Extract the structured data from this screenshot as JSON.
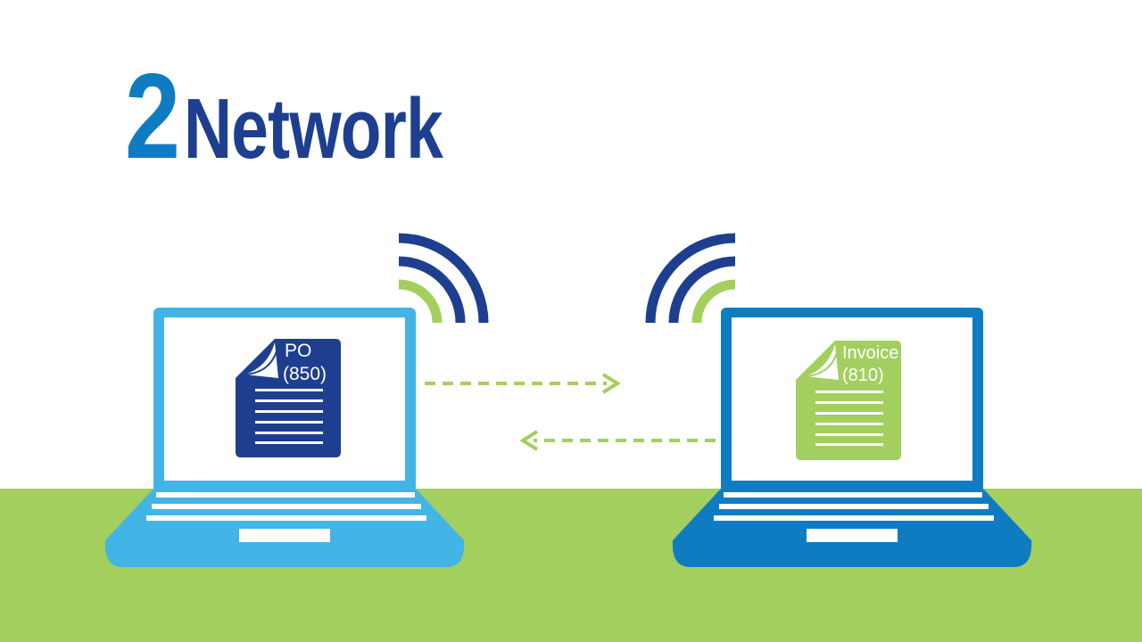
{
  "heading": {
    "step_number": "2",
    "title": "Network"
  },
  "sender": {
    "document": {
      "line1": "PO",
      "line2": "(850)"
    }
  },
  "receiver": {
    "document": {
      "line1": "Invoice",
      "line2": "(810)"
    }
  },
  "colors": {
    "navy": "#1e3f8f",
    "bright_blue": "#0f7cc2",
    "light_blue": "#43b4e6",
    "green": "#a3cf5e",
    "white": "#ffffff"
  }
}
